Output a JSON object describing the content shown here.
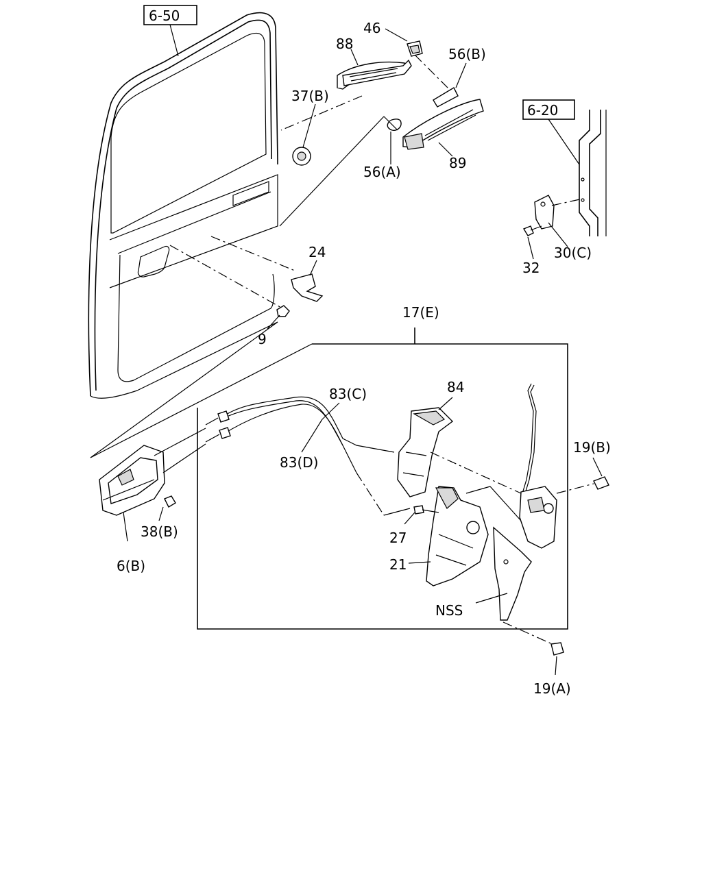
{
  "refs": {
    "ref_650": "6-50",
    "ref_620": "6-20"
  },
  "labels": {
    "p46": "46",
    "p88": "88",
    "p56b": "56(B)",
    "p37b": "37(B)",
    "p56a": "56(A)",
    "p89": "89",
    "p24": "24",
    "p9": "9",
    "p30c": "30(C)",
    "p32": "32",
    "p17e": "17(E)",
    "p83c": "83(C)",
    "p84": "84",
    "p83d": "83(D)",
    "p19b": "19(B)",
    "p38b": "38(B)",
    "p6b": "6(B)",
    "p27": "27",
    "p21": "21",
    "nss": "NSS",
    "p19a": "19(A)"
  }
}
